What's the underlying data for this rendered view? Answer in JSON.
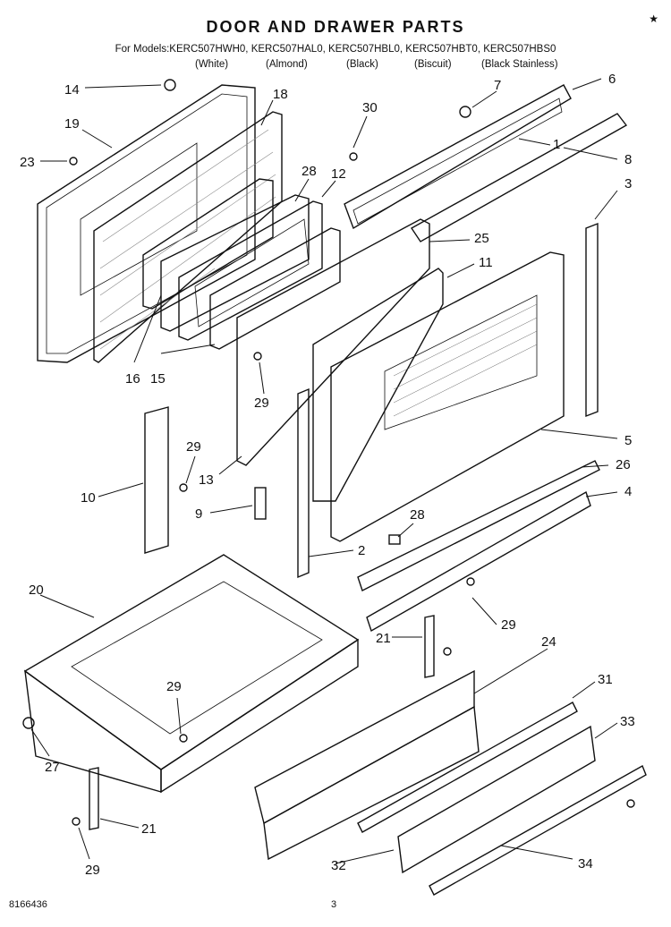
{
  "header": {
    "title": "DOOR AND DRAWER PARTS",
    "models": "For Models:KERC507HWH0, KERC507HAL0, KERC507HBL0, KERC507HBT0, KERC507HBS0",
    "colors": [
      "(White)",
      "(Almond)",
      "(Black)",
      "(Biscuit)",
      "(Black Stainless)"
    ],
    "corner_mark": "★"
  },
  "callouts": [
    "14",
    "18",
    "19",
    "23",
    "30",
    "7",
    "6",
    "1",
    "8",
    "3",
    "28",
    "12",
    "25",
    "11",
    "16",
    "15",
    "29",
    "5",
    "10",
    "29",
    "13",
    "9",
    "26",
    "4",
    "28",
    "2",
    "20",
    "21",
    "29",
    "24",
    "29",
    "31",
    "27",
    "33",
    "21",
    "29",
    "32",
    "34"
  ],
  "footer": {
    "doc_number": "8166436",
    "page": "3"
  }
}
